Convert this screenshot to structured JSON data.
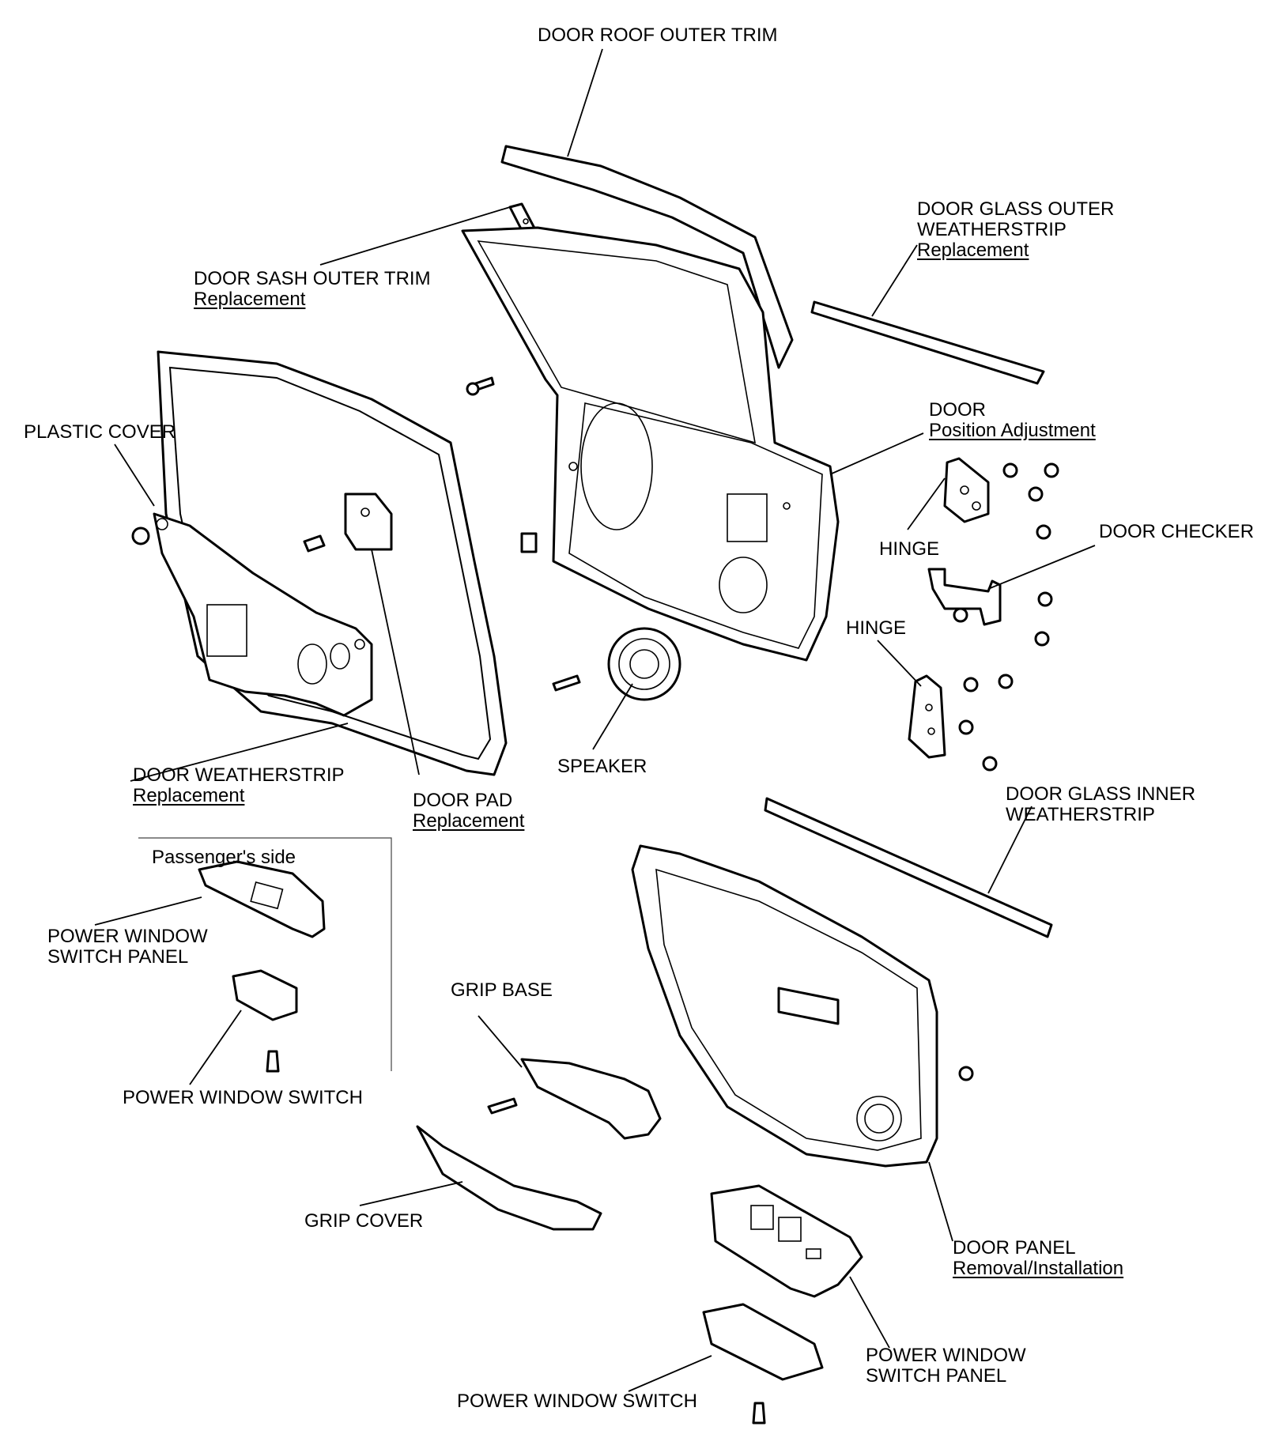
{
  "labels": {
    "door_roof_outer_trim": "DOOR ROOF OUTER TRIM",
    "door_glass_outer_weatherstrip_line1": "DOOR GLASS OUTER",
    "door_glass_outer_weatherstrip_line2": "WEATHERSTRIP",
    "door_glass_outer_weatherstrip_link": "Replacement",
    "door_sash_outer_trim": "DOOR SASH OUTER TRIM",
    "door_sash_outer_trim_link": "Replacement",
    "plastic_cover": "PLASTIC COVER",
    "door": "DOOR",
    "door_link": "Position Adjustment",
    "hinge_upper": "HINGE",
    "door_checker": "DOOR CHECKER",
    "hinge_lower": "HINGE",
    "door_weatherstrip": "DOOR WEATHERSTRIP",
    "door_weatherstrip_link": "Replacement",
    "door_pad": "DOOR PAD",
    "door_pad_link": "Replacement",
    "speaker": "SPEAKER",
    "door_glass_inner_weatherstrip_line1": "DOOR GLASS INNER",
    "door_glass_inner_weatherstrip_line2": "WEATHERSTRIP",
    "passengers_side": "Passenger's side",
    "pw_switch_panel_passenger_line1": "POWER WINDOW",
    "pw_switch_panel_passenger_line2": "SWITCH PANEL",
    "pw_switch_passenger": "POWER WINDOW SWITCH",
    "grip_base": "GRIP BASE",
    "grip_cover": "GRIP COVER",
    "door_panel": "DOOR PANEL",
    "door_panel_link": "Removal/Installation",
    "pw_switch_panel_driver_line1": "POWER WINDOW",
    "pw_switch_panel_driver_line2": "SWITCH PANEL",
    "pw_switch_driver": "POWER WINDOW SWITCH"
  }
}
